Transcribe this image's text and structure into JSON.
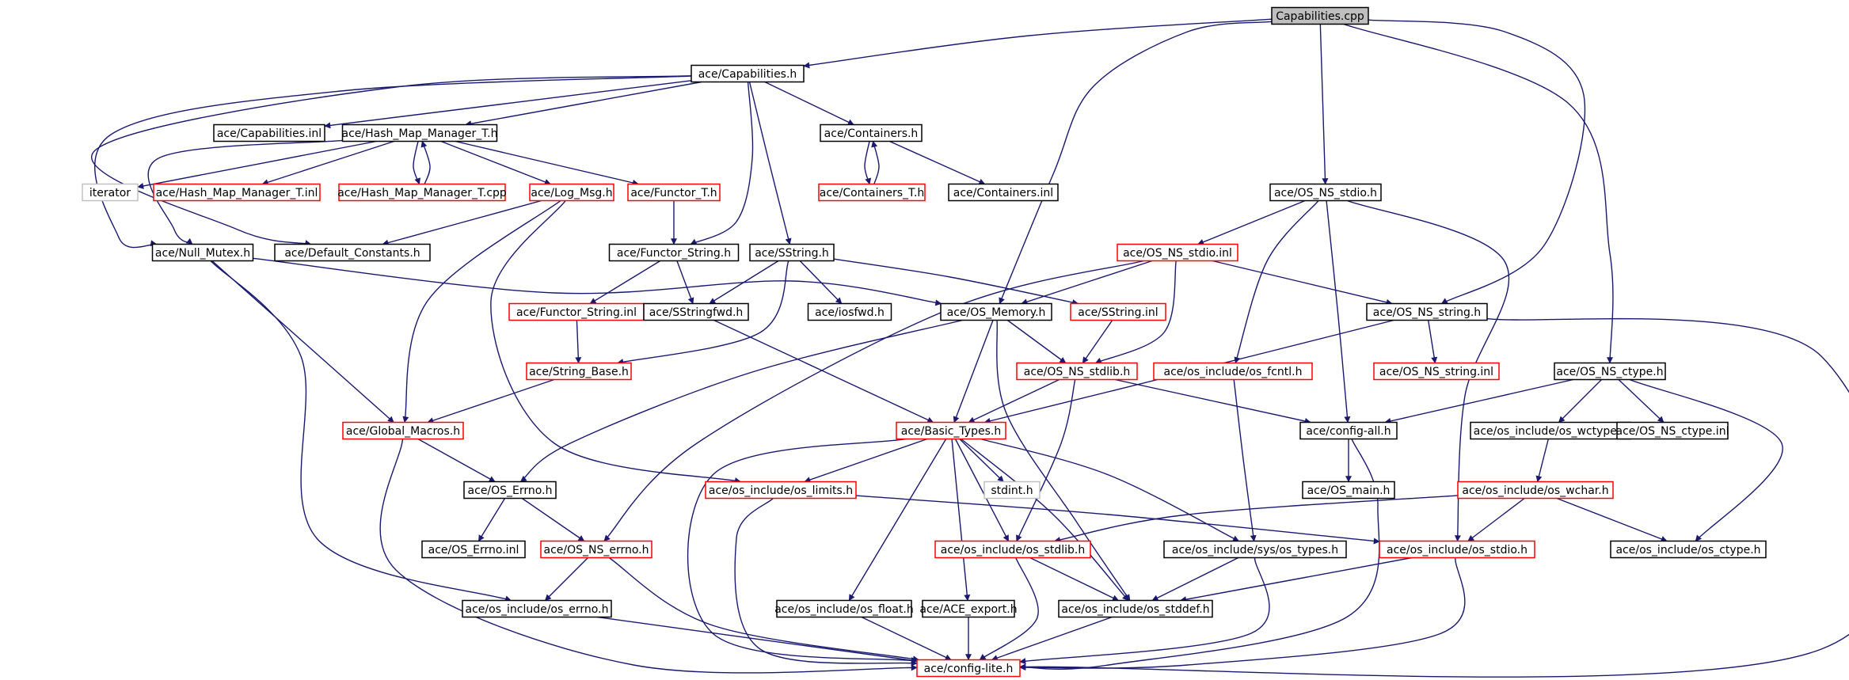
{
  "colors": {
    "edge": "#191970",
    "node_border_black": "#000000",
    "node_border_red": "#ff0000",
    "node_border_gray": "#c0c0c0",
    "root_fill": "#bfbfbf",
    "node_fill": "#ffffff"
  },
  "nodes": [
    {
      "id": "capabilities_cpp",
      "label": "Capabilities.cpp",
      "border": "black",
      "fill": "gray"
    },
    {
      "id": "capabilities_h",
      "label": "ace/Capabilities.h",
      "border": "black"
    },
    {
      "id": "capabilities_inl",
      "label": "ace/Capabilities.inl",
      "border": "black"
    },
    {
      "id": "hash_map_manager_t_h",
      "label": "ace/Hash_Map_Manager_T.h",
      "border": "black"
    },
    {
      "id": "containers_h",
      "label": "ace/Containers.h",
      "border": "black"
    },
    {
      "id": "iterator",
      "label": "iterator",
      "border": "gray"
    },
    {
      "id": "hash_map_manager_t_inl",
      "label": "ace/Hash_Map_Manager_T.inl",
      "border": "red"
    },
    {
      "id": "hash_map_manager_t_cpp",
      "label": "ace/Hash_Map_Manager_T.cpp",
      "border": "red"
    },
    {
      "id": "log_msg_h",
      "label": "ace/Log_Msg.h",
      "border": "red"
    },
    {
      "id": "functor_t_h",
      "label": "ace/Functor_T.h",
      "border": "red"
    },
    {
      "id": "containers_t_h",
      "label": "ace/Containers_T.h",
      "border": "red"
    },
    {
      "id": "containers_inl",
      "label": "ace/Containers.inl",
      "border": "black"
    },
    {
      "id": "os_ns_stdio_h",
      "label": "ace/OS_NS_stdio.h",
      "border": "black"
    },
    {
      "id": "null_mutex_h",
      "label": "ace/Null_Mutex.h",
      "border": "black"
    },
    {
      "id": "default_constants_h",
      "label": "ace/Default_Constants.h",
      "border": "black"
    },
    {
      "id": "functor_string_h",
      "label": "ace/Functor_String.h",
      "border": "black"
    },
    {
      "id": "sstring_h",
      "label": "ace/SString.h",
      "border": "black"
    },
    {
      "id": "os_ns_stdio_inl",
      "label": "ace/OS_NS_stdio.inl",
      "border": "red"
    },
    {
      "id": "functor_string_inl",
      "label": "ace/Functor_String.inl",
      "border": "red"
    },
    {
      "id": "sstringfwd_h",
      "label": "ace/SStringfwd.h",
      "border": "black"
    },
    {
      "id": "iosfwd_h",
      "label": "ace/iosfwd.h",
      "border": "black"
    },
    {
      "id": "os_memory_h",
      "label": "ace/OS_Memory.h",
      "border": "black"
    },
    {
      "id": "sstring_inl",
      "label": "ace/SString.inl",
      "border": "red"
    },
    {
      "id": "os_ns_string_h",
      "label": "ace/OS_NS_string.h",
      "border": "black"
    },
    {
      "id": "string_base_h",
      "label": "ace/String_Base.h",
      "border": "red"
    },
    {
      "id": "os_ns_stdlib_h",
      "label": "ace/OS_NS_stdlib.h",
      "border": "red"
    },
    {
      "id": "os_fcntl_h",
      "label": "ace/os_include/os_fcntl.h",
      "border": "red"
    },
    {
      "id": "os_ns_string_inl",
      "label": "ace/OS_NS_string.inl",
      "border": "red"
    },
    {
      "id": "os_ns_ctype_h",
      "label": "ace/OS_NS_ctype.h",
      "border": "black"
    },
    {
      "id": "global_macros_h",
      "label": "ace/Global_Macros.h",
      "border": "red"
    },
    {
      "id": "basic_types_h",
      "label": "ace/Basic_Types.h",
      "border": "red"
    },
    {
      "id": "config_all_h",
      "label": "ace/config-all.h",
      "border": "black"
    },
    {
      "id": "os_wctype_h",
      "label": "ace/os_include/os_wctype.h",
      "border": "black"
    },
    {
      "id": "os_ns_ctype_inl",
      "label": "ace/OS_NS_ctype.inl",
      "border": "black"
    },
    {
      "id": "os_errno_cap_h",
      "label": "ace/OS_Errno.h",
      "border": "black"
    },
    {
      "id": "os_limits_h",
      "label": "ace/os_include/os_limits.h",
      "border": "red"
    },
    {
      "id": "stdint_h",
      "label": "stdint.h",
      "border": "gray"
    },
    {
      "id": "os_main_h",
      "label": "ace/OS_main.h",
      "border": "black"
    },
    {
      "id": "os_wchar_h",
      "label": "ace/os_include/os_wchar.h",
      "border": "red"
    },
    {
      "id": "os_errno_inl",
      "label": "ace/OS_Errno.inl",
      "border": "black"
    },
    {
      "id": "os_ns_errno_h",
      "label": "ace/OS_NS_errno.h",
      "border": "red"
    },
    {
      "id": "os_stdlib_h",
      "label": "ace/os_include/os_stdlib.h",
      "border": "red"
    },
    {
      "id": "sys_os_types_h",
      "label": "ace/os_include/sys/os_types.h",
      "border": "black"
    },
    {
      "id": "os_stdio_h",
      "label": "ace/os_include/os_stdio.h",
      "border": "red"
    },
    {
      "id": "os_ctype_h",
      "label": "ace/os_include/os_ctype.h",
      "border": "black"
    },
    {
      "id": "os_errno_h",
      "label": "ace/os_include/os_errno.h",
      "border": "black"
    },
    {
      "id": "os_float_h",
      "label": "ace/os_include/os_float.h",
      "border": "black"
    },
    {
      "id": "ace_export_h",
      "label": "ace/ACE_export.h",
      "border": "black"
    },
    {
      "id": "os_stddef_h",
      "label": "ace/os_include/os_stddef.h",
      "border": "black"
    },
    {
      "id": "config_lite_h",
      "label": "ace/config-lite.h",
      "border": "red"
    }
  ]
}
